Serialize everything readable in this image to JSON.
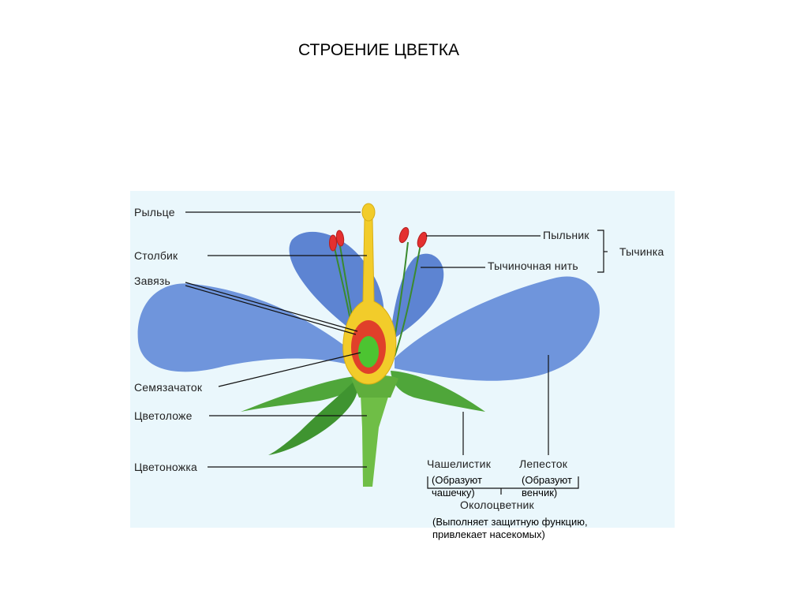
{
  "title": "СТРОЕНИЕ ЦВЕТКА",
  "labels": {
    "stigma": "Рыльце",
    "style": "Столбик",
    "ovary": "Завязь",
    "ovule": "Семязачаток",
    "receptacle": "Цветоложе",
    "pedicel": "Цветоножка",
    "anther": "Пыльник",
    "filament": "Тычиночная нить",
    "stamen": "Тычинка",
    "sepal": "Чашелистик",
    "petal": "Лепесток",
    "perianth": "Околоцветник"
  },
  "notes": {
    "sepal_1": "(Образуют",
    "sepal_2": "чашечку)",
    "petal_1": "(Образуют",
    "petal_2": "венчик)",
    "perianth_1": "(Выполняет защитную функцию,",
    "perianth_2": "привлекает насекомых)"
  },
  "colors": {
    "panel": "#eaf7fc",
    "petal": "#6f95dc",
    "sepal": "#4fa63a",
    "stem": "#6fbe46",
    "pistil": "#f2cc2a",
    "ovary_wall": "#e0402a",
    "ovule": "#4cc431",
    "anther": "#e43030"
  }
}
